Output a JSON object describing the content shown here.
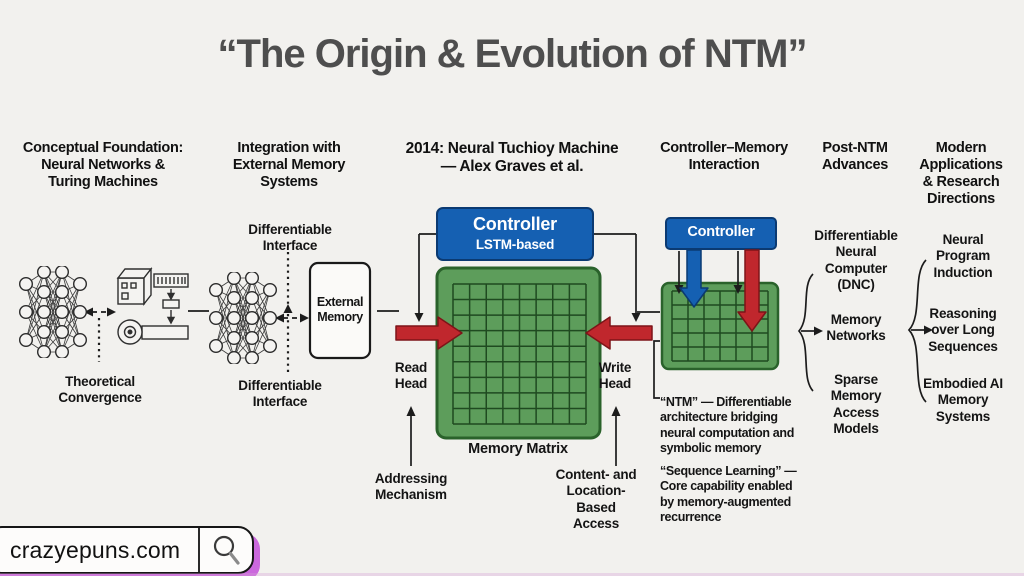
{
  "title": "“The Origin & Evolution of NTM”",
  "headers": {
    "c1": "Conceptual Foundation:\nNeural Networks &\nTuring Machines",
    "c2": "Integration with\nExternal Memory\nSystems",
    "c3": "2014: Neural Tuchioy Machine\n— Alex Graves et al.",
    "c4": "Controller–Memory\nInteraction",
    "c5": "Post-NTM\nAdvances",
    "c6": "Modern\nApplications\n& Research\nDirections"
  },
  "foundation": {
    "convergence_label": "Theoretical\nConvergence"
  },
  "integration": {
    "interface_top": "Differentiable\nInterface",
    "interface_bottom": "Differentiable\nInterface",
    "external_memory": "External\nMemory"
  },
  "ntm": {
    "controller": "Controller",
    "controller_sub": "LSTM-based",
    "read_head": "Read\nHead",
    "write_head": "Write\nHead",
    "memory_matrix": "Memory Matrix",
    "addressing": "Addressing\nMechanism",
    "access": "Content- and\nLocation-Based\nAccess"
  },
  "interaction": {
    "controller": "Controller",
    "ntm_note": "“NTM” — Differentiable\narchitecture bridging\nneural computation and\nsymbolic memory",
    "sequence_note": "“Sequence Learning” —\nCore capability enabled\nby memory-augmented\nrecurrence"
  },
  "post_ntm": {
    "items": [
      "Differentiable\nNeural\nComputer\n(DNC)",
      "Memory\nNetworks",
      "Sparse\nMemory\nAccess\nModels"
    ]
  },
  "modern": {
    "items": [
      "Neural\nProgram\nInduction",
      "Reasoning\nover Long\nSequences",
      "Embodied AI\nMemory\nSystems"
    ]
  },
  "watermark": {
    "text": "crazyepuns.com",
    "icon": "search-icon"
  },
  "colors": {
    "controller_blue": "#1560b2",
    "matrix_green": "#5d9d5b",
    "grid_line": "#1f4a20",
    "arrow_red": "#c0272d",
    "accent_purple": "#cb68dd",
    "title_gray": "#4e4e4e"
  }
}
